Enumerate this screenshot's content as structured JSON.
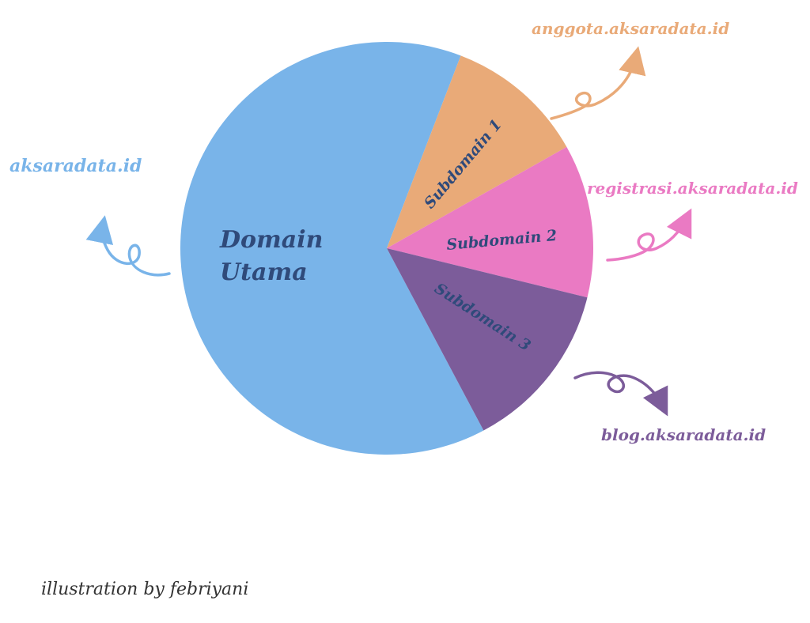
{
  "diagram": {
    "slices": [
      {
        "id": "domain-utama",
        "label_lines": [
          "Domain",
          "Utama"
        ],
        "fraction": 0.636,
        "color": "#79b4e9"
      },
      {
        "id": "subdomain-1",
        "label_lines": [
          "Subdomain 1"
        ],
        "fraction": 0.11,
        "color": "#e9aa78"
      },
      {
        "id": "subdomain-2",
        "label_lines": [
          "Subdomain 2"
        ],
        "fraction": 0.12,
        "color": "#ea7ac3"
      },
      {
        "id": "subdomain-3",
        "label_lines": [
          "Subdomain 3"
        ],
        "fraction": 0.134,
        "color": "#7c5c9a"
      }
    ],
    "urls": [
      {
        "id": "domain-utama",
        "text": "aksaradata.id",
        "color": "#79b4e9"
      },
      {
        "id": "subdomain-1",
        "text": "anggota.aksaradata.id",
        "color": "#e9aa78"
      },
      {
        "id": "subdomain-2",
        "text": "registrasi.aksaradata.id",
        "color": "#ea7ac3"
      },
      {
        "id": "subdomain-3",
        "text": "blog.aksaradata.id",
        "color": "#7c5c9a"
      }
    ],
    "label_color": "#2f4a7a"
  },
  "credit": {
    "text": "illustration by febriyani"
  }
}
